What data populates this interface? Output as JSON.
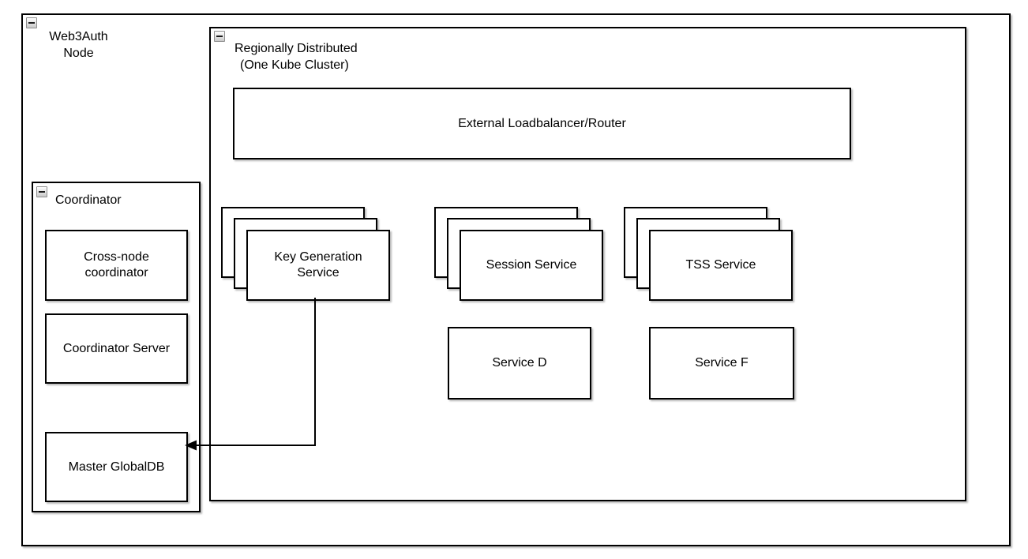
{
  "diagram": {
    "type": "architecture-diagram",
    "colors": {
      "stroke": "#000000",
      "fill": "#ffffff",
      "shadow": "rgba(0,0,0,0.28)",
      "collapse_button_gradient_top": "#ffffff",
      "collapse_button_gradient_bottom": "#c9c9c9"
    },
    "icons": {
      "collapse": "minus-icon"
    },
    "web3auth_node": {
      "label_lines": [
        "Web3Auth",
        "Node"
      ]
    },
    "regional_cluster": {
      "label_lines": [
        "Regionally Distributed",
        "(One Kube Cluster)"
      ]
    },
    "loadbalancer": {
      "label": "External Loadbalancer/Router"
    },
    "coordinator": {
      "label": "Coordinator",
      "nodes": [
        {
          "label_lines": [
            "Cross-node",
            "coordinator"
          ]
        },
        {
          "label_lines": [
            "Coordinator Server"
          ]
        },
        {
          "label_lines": [
            "Master GlobalDB"
          ]
        }
      ]
    },
    "service_stacks": [
      {
        "label_lines": [
          "Key Generation",
          "Service"
        ],
        "replicas": 3
      },
      {
        "label_lines": [
          "Session Service"
        ],
        "replicas": 3
      },
      {
        "label_lines": [
          "TSS Service"
        ],
        "replicas": 3
      }
    ],
    "services": [
      {
        "label": "Service D"
      },
      {
        "label": "Service F"
      }
    ],
    "edges": [
      {
        "from": "Key Generation Service",
        "to": "Master GlobalDB",
        "direction": "arrow-into-master-globaldb"
      }
    ]
  }
}
